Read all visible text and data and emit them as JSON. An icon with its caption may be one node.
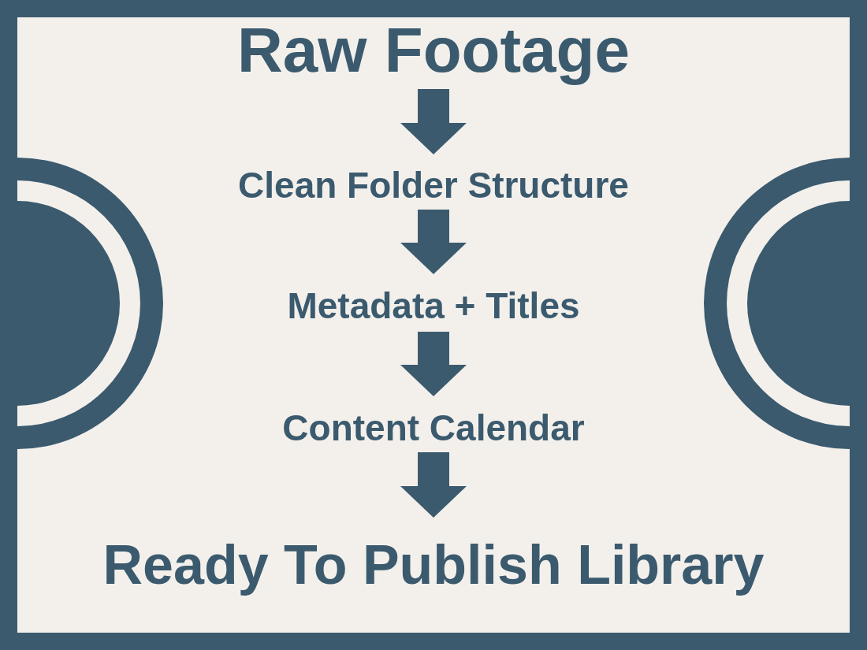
{
  "diagram": {
    "nodes": [
      {
        "text": [
          "Raw Footage"
        ]
      },
      {
        "text": [
          "Clean Folder Structure"
        ]
      },
      {
        "text": [
          "Metadata + Titles"
        ]
      },
      {
        "text": [
          "Content Calendar"
        ]
      },
      {
        "text": [
          "Ready To Publish Library"
        ]
      }
    ],
    "edges": [
      {
        "from": 0,
        "to": 1,
        "arrow": "to"
      },
      {
        "from": 1,
        "to": 2,
        "arrow": "to"
      },
      {
        "from": 2,
        "to": 3,
        "arrow": "to"
      },
      {
        "from": 3,
        "to": 4,
        "arrow": "to"
      }
    ]
  }
}
